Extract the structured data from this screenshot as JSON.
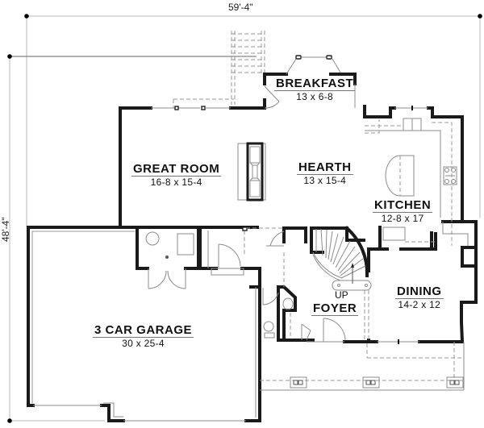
{
  "plan": {
    "overall_width": "59'-4\"",
    "overall_depth": "48'-4\"",
    "stair_label": "UP"
  },
  "rooms": [
    {
      "id": "breakfast",
      "name": "BREAKFAST",
      "size": "13 x 6-8"
    },
    {
      "id": "great_room",
      "name": "GREAT ROOM",
      "size": "16-8 x 15-4"
    },
    {
      "id": "hearth",
      "name": "HEARTH",
      "size": "13 x 15-4"
    },
    {
      "id": "kitchen",
      "name": "KITCHEN",
      "size": "12-8 x 17"
    },
    {
      "id": "garage",
      "name": "3 CAR GARAGE",
      "size": "30 x 25-4"
    },
    {
      "id": "foyer",
      "name": "FOYER",
      "size": ""
    },
    {
      "id": "dining",
      "name": "DINING",
      "size": "14-2 x 12"
    }
  ],
  "colors": {
    "wall": "#1a1a1a",
    "fixture_line": "#8c8c8c",
    "dimension_line": "#b8b8b8",
    "background": "#ffffff"
  }
}
